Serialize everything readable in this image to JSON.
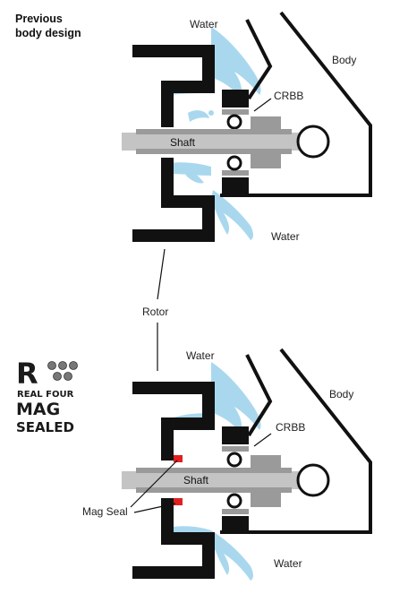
{
  "heading": {
    "line1": "Previous",
    "line2": "body design"
  },
  "top_diagram": {
    "labels": {
      "water_top": "Water",
      "body": "Body",
      "crbb": "CRBB",
      "shaft": "Shaft",
      "water_bottom": "Water"
    }
  },
  "rotor_label": "Rotor",
  "bottom_diagram": {
    "labels": {
      "water_top": "Water",
      "body": "Body",
      "crbb": "CRBB",
      "shaft": "Shaft",
      "mag_seal": "Mag Seal",
      "water_bottom": "Water"
    }
  },
  "logo": {
    "line1": "REAL FOUR",
    "line2": "MAG",
    "line3": "SEALED"
  },
  "colors": {
    "black": "#111111",
    "grey": "#9a9a9a",
    "light_grey": "#c4c4c4",
    "water": "#a9d8ee",
    "seal_red": "#e02020"
  }
}
